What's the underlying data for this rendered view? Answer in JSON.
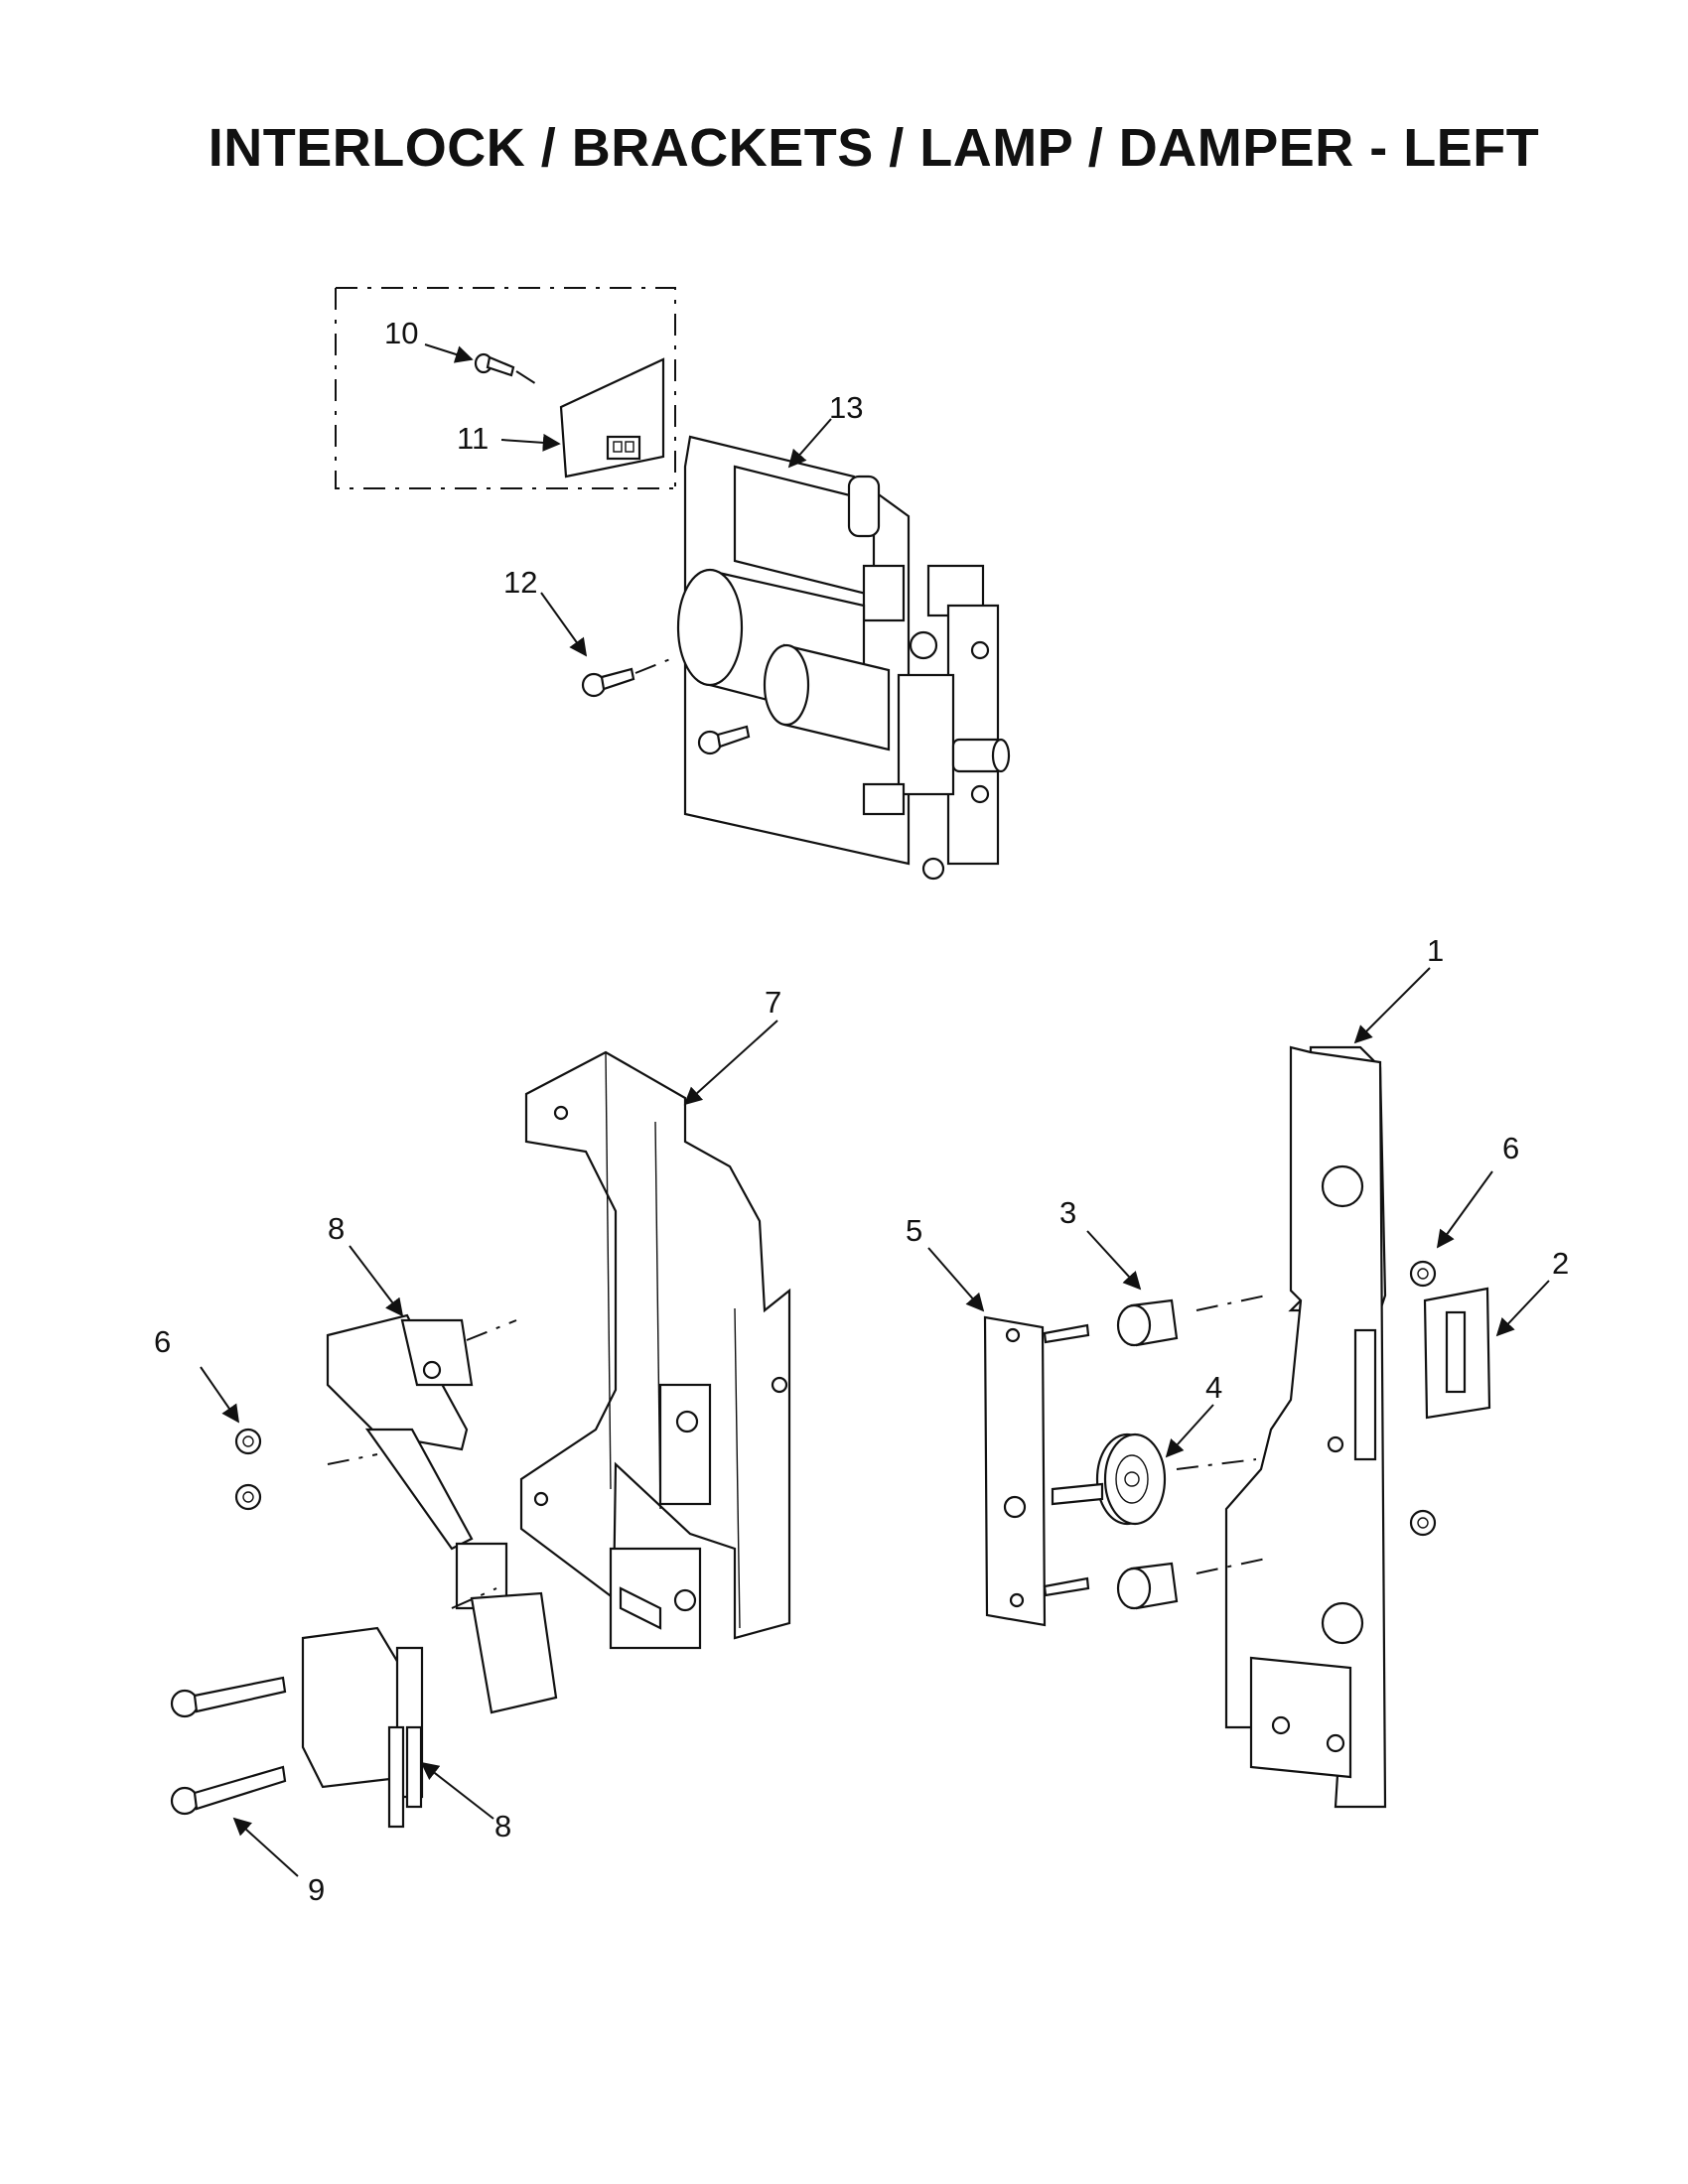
{
  "page": {
    "title": "INTERLOCK / BRACKETS / LAMP / DAMPER - LEFT"
  },
  "callouts": {
    "c1": "1",
    "c2": "2",
    "c3": "3",
    "c4": "4",
    "c5": "5",
    "c6a": "6",
    "c6b": "6",
    "c7": "7",
    "c8a": "8",
    "c8b": "8",
    "c9": "9",
    "c10": "10",
    "c11": "11",
    "c12": "12",
    "c13": "13"
  }
}
